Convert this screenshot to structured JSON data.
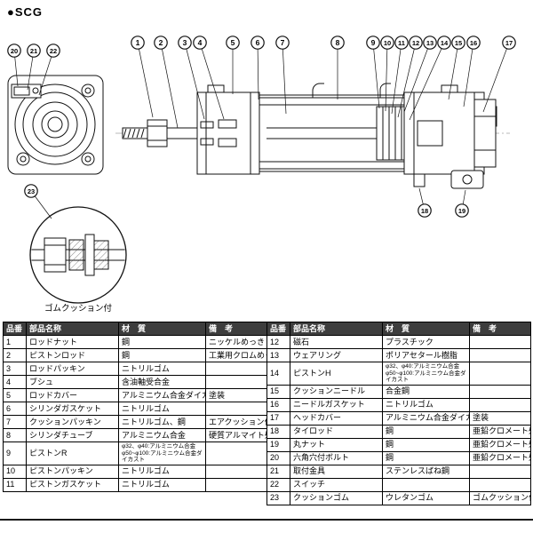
{
  "header": {
    "title": "●SCG"
  },
  "detail_label": "ゴムクッション付",
  "callouts": [
    "1",
    "2",
    "3",
    "4",
    "5",
    "6",
    "7",
    "8",
    "9",
    "10",
    "11",
    "12",
    "13",
    "14",
    "15",
    "16",
    "17",
    "18",
    "19",
    "20",
    "21",
    "22",
    "23"
  ],
  "table": {
    "headers": [
      "品番",
      "部品名称",
      "材　質",
      "備　考"
    ],
    "left_rows": [
      {
        "no": "1",
        "name": "ロッドナット",
        "material": "鋼",
        "note": "ニッケルめっき"
      },
      {
        "no": "2",
        "name": "ピストンロッド",
        "material": "鋼",
        "note": "工業用クロムめっき"
      },
      {
        "no": "3",
        "name": "ロッドパッキン",
        "material": "ニトリルゴム",
        "note": ""
      },
      {
        "no": "4",
        "name": "ブシュ",
        "material": "含油軸受合金",
        "note": ""
      },
      {
        "no": "5",
        "name": "ロッドカバー",
        "material": "アルミニウム合金ダイカスト",
        "note": "塗装"
      },
      {
        "no": "6",
        "name": "シリンダガスケット",
        "material": "ニトリルゴム",
        "note": ""
      },
      {
        "no": "7",
        "name": "クッションパッキン",
        "material": "ニトリルゴム、鋼",
        "note": "エアクッション付のみ"
      },
      {
        "no": "8",
        "name": "シリンダチューブ",
        "material": "アルミニウム合金",
        "note": "硬質アルマイト処理"
      },
      {
        "no": "9",
        "name": "ピストンR",
        "material": "φ32、φ40:アルミニウム合金\nφ50~φ100:アルミニウム合金ダイカスト",
        "note": ""
      },
      {
        "no": "10",
        "name": "ピストンパッキン",
        "material": "ニトリルゴム",
        "note": ""
      },
      {
        "no": "11",
        "name": "ピストンガスケット",
        "material": "ニトリルゴム",
        "note": ""
      }
    ],
    "right_rows": [
      {
        "no": "12",
        "name": "磁石",
        "material": "プラスチック",
        "note": ""
      },
      {
        "no": "13",
        "name": "ウェアリング",
        "material": "ポリアセタール樹脂",
        "note": ""
      },
      {
        "no": "14",
        "name": "ピストンH",
        "material": "φ32、φ40:アルミニウム合金\nφ50~φ100:アルミニウム合金ダイカスト",
        "note": ""
      },
      {
        "no": "15",
        "name": "クッションニードル",
        "material": "合金鋼",
        "note": ""
      },
      {
        "no": "16",
        "name": "ニードルガスケット",
        "material": "ニトリルゴム",
        "note": ""
      },
      {
        "no": "17",
        "name": "ヘッドカバー",
        "material": "アルミニウム合金ダイカスト",
        "note": "塗装"
      },
      {
        "no": "18",
        "name": "タイロッド",
        "material": "鋼",
        "note": "亜鉛クロメート処理"
      },
      {
        "no": "19",
        "name": "丸ナット",
        "material": "鋼",
        "note": "亜鉛クロメート処理"
      },
      {
        "no": "20",
        "name": "六角穴付ボルト",
        "material": "鋼",
        "note": "亜鉛クロメート処理"
      },
      {
        "no": "21",
        "name": "取付金具",
        "material": "ステンレスばね鋼",
        "note": ""
      },
      {
        "no": "22",
        "name": "スイッチ",
        "material": "",
        "note": ""
      },
      {
        "no": "23",
        "name": "クッションゴム",
        "material": "ウレタンゴム",
        "note": "ゴムクッション付のみ"
      }
    ]
  }
}
